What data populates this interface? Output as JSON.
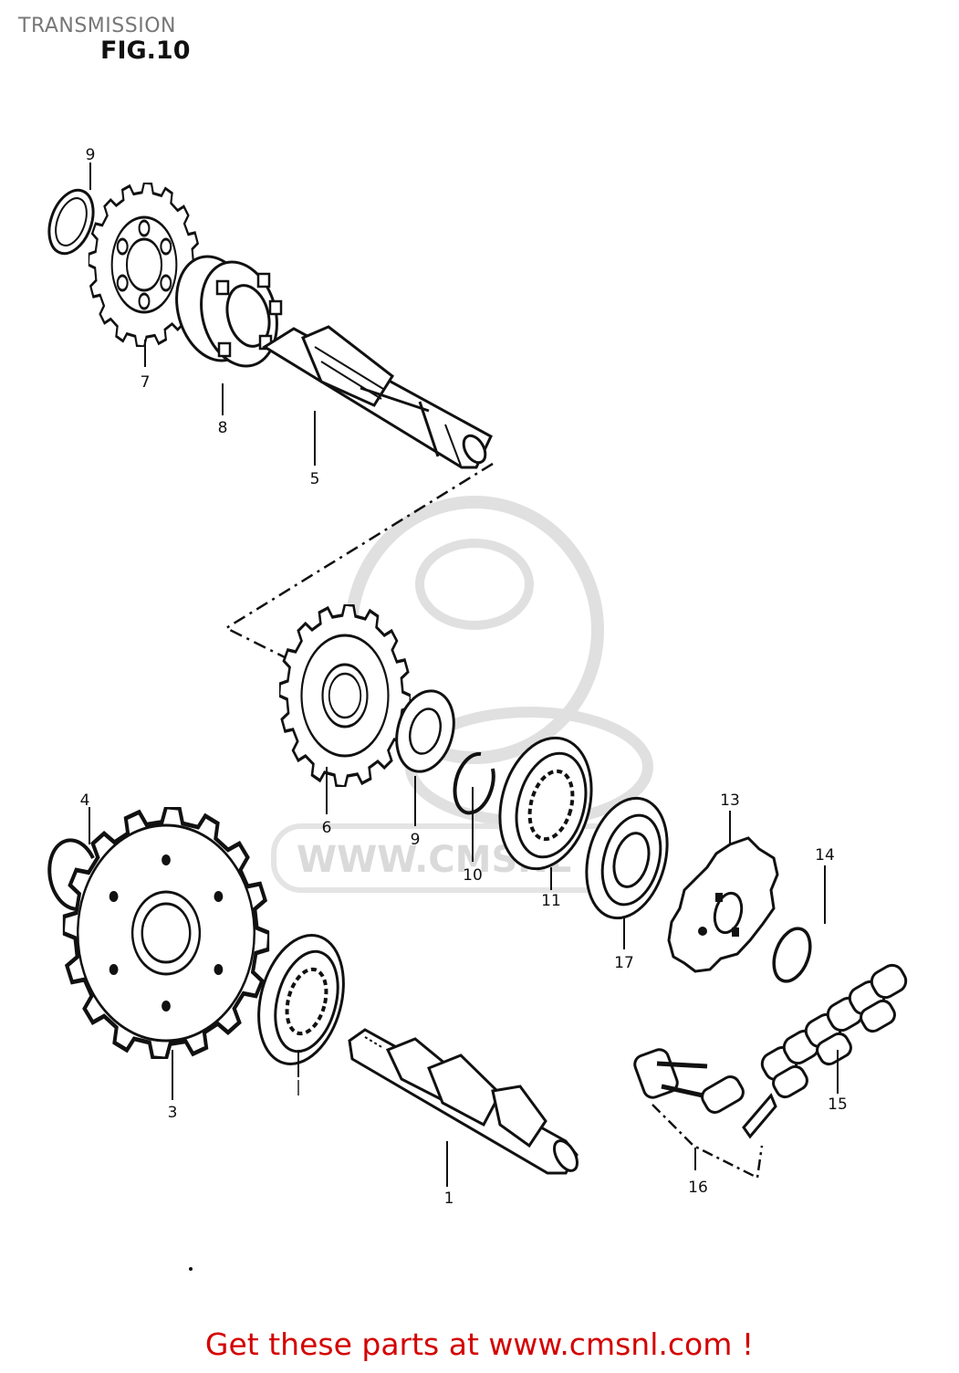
{
  "header": {
    "section_title": "TRANSMISSION",
    "figure_label": "FIG.10"
  },
  "watermark": {
    "url_text": "WWW.CMSNL"
  },
  "callouts": [
    {
      "id": "c9a",
      "label": "9"
    },
    {
      "id": "c7",
      "label": "7"
    },
    {
      "id": "c8",
      "label": "8"
    },
    {
      "id": "c5",
      "label": "5"
    },
    {
      "id": "c6",
      "label": "6"
    },
    {
      "id": "c9b",
      "label": "9"
    },
    {
      "id": "c10",
      "label": "10"
    },
    {
      "id": "c11",
      "label": "11"
    },
    {
      "id": "c17",
      "label": "17"
    },
    {
      "id": "c13",
      "label": "13"
    },
    {
      "id": "c14",
      "label": "14"
    },
    {
      "id": "c4",
      "label": "4"
    },
    {
      "id": "c3",
      "label": "3"
    },
    {
      "id": "c2",
      "label": "|"
    },
    {
      "id": "c1",
      "label": "1"
    },
    {
      "id": "c15",
      "label": "15"
    },
    {
      "id": "c16",
      "label": "16"
    }
  ],
  "footer": {
    "link_text": "Get these parts at www.cmsnl.com !"
  }
}
